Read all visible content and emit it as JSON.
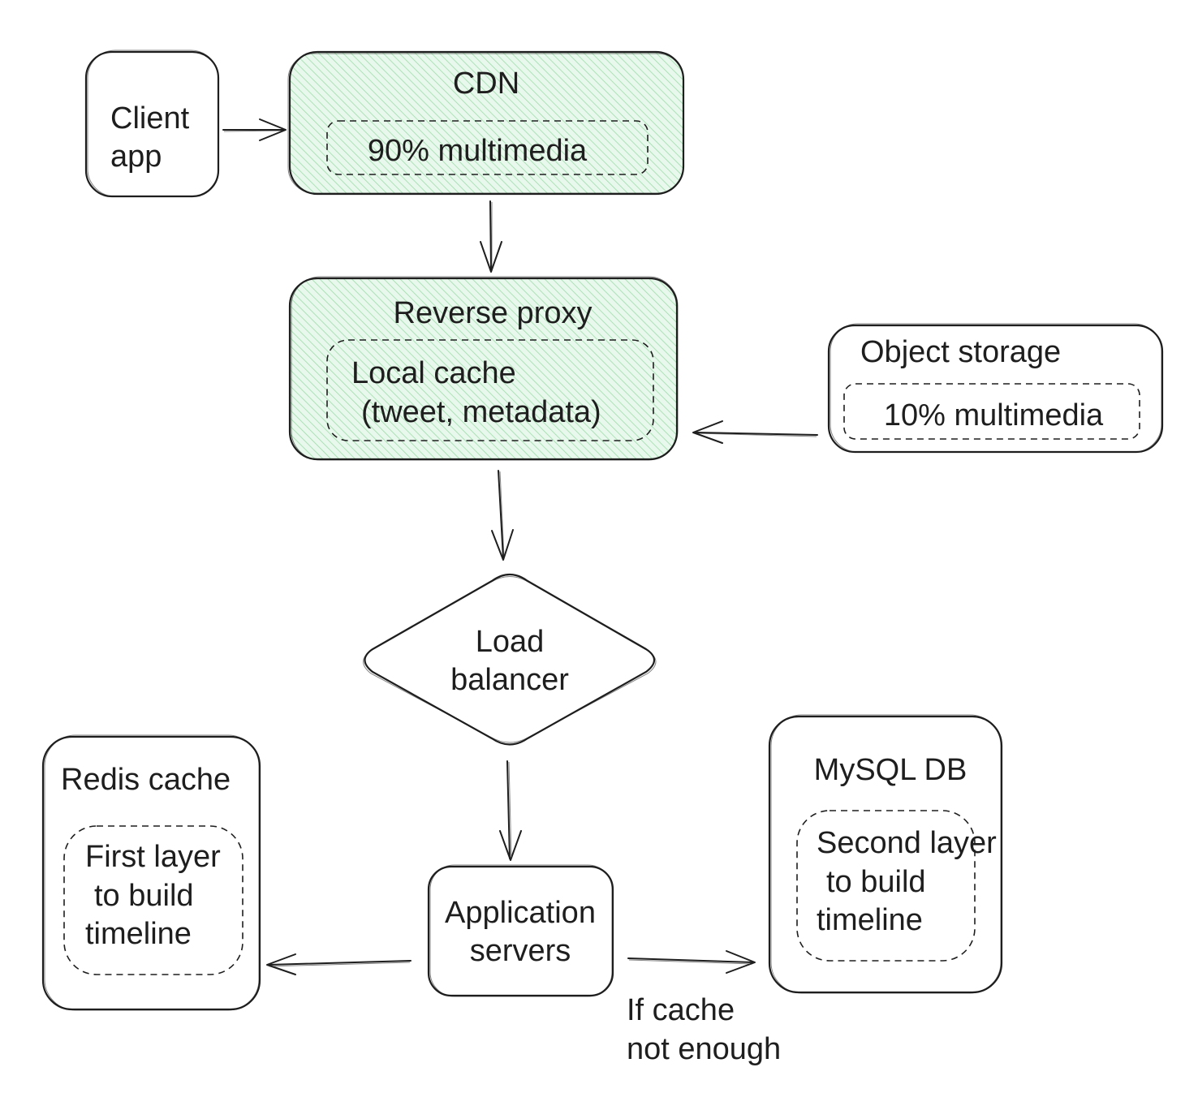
{
  "nodes": {
    "client": {
      "lines": [
        "Client",
        "app"
      ]
    },
    "cdn": {
      "title": "CDN",
      "inner": "90% multimedia"
    },
    "proxy": {
      "title": "Reverse proxy",
      "inner_lines": [
        "Local cache",
        "(tweet, metadata)"
      ]
    },
    "object_storage": {
      "title": "Object storage",
      "inner": "10% multimedia"
    },
    "load_balancer": {
      "lines": [
        "Load",
        "balancer"
      ]
    },
    "redis": {
      "title": "Redis cache",
      "inner_lines": [
        "First layer",
        "to build",
        "timeline"
      ]
    },
    "app_servers": {
      "lines": [
        "Application",
        "servers"
      ]
    },
    "mysql": {
      "title": "MySQL DB",
      "inner_lines": [
        "Second layer",
        "to build",
        "timeline"
      ]
    }
  },
  "edge_labels": {
    "app_to_mysql": [
      "If cache",
      "not enough"
    ]
  },
  "colors": {
    "stroke": "#1e1e1e",
    "fill_green": "#b2f2bb",
    "background": "#ffffff"
  }
}
